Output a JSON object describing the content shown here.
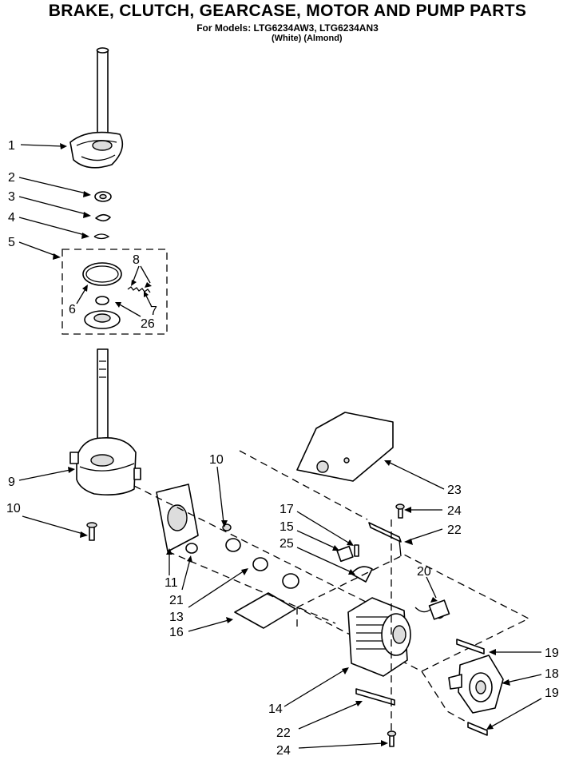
{
  "header": {
    "title": "BRAKE, CLUTCH, GEARCASE, MOTOR AND PUMP PARTS",
    "models_line": "For Models: LTG6234AW3, LTG6234AN3",
    "colors_line": "(White)     (Almond)"
  },
  "callouts": {
    "c1": "1",
    "c2": "2",
    "c3": "3",
    "c4": "4",
    "c5": "5",
    "c6": "6",
    "c7": "7",
    "c8": "8",
    "c9": "9",
    "c10a": "10",
    "c10b": "10",
    "c11": "11",
    "c13": "13",
    "c14": "14",
    "c15": "15",
    "c16": "16",
    "c17": "17",
    "c18": "18",
    "c19a": "19",
    "c19b": "19",
    "c20": "20",
    "c21": "21",
    "c22a": "22",
    "c22b": "22",
    "c23": "23",
    "c24a": "24",
    "c24b": "24",
    "c25": "25",
    "c26": "26"
  }
}
